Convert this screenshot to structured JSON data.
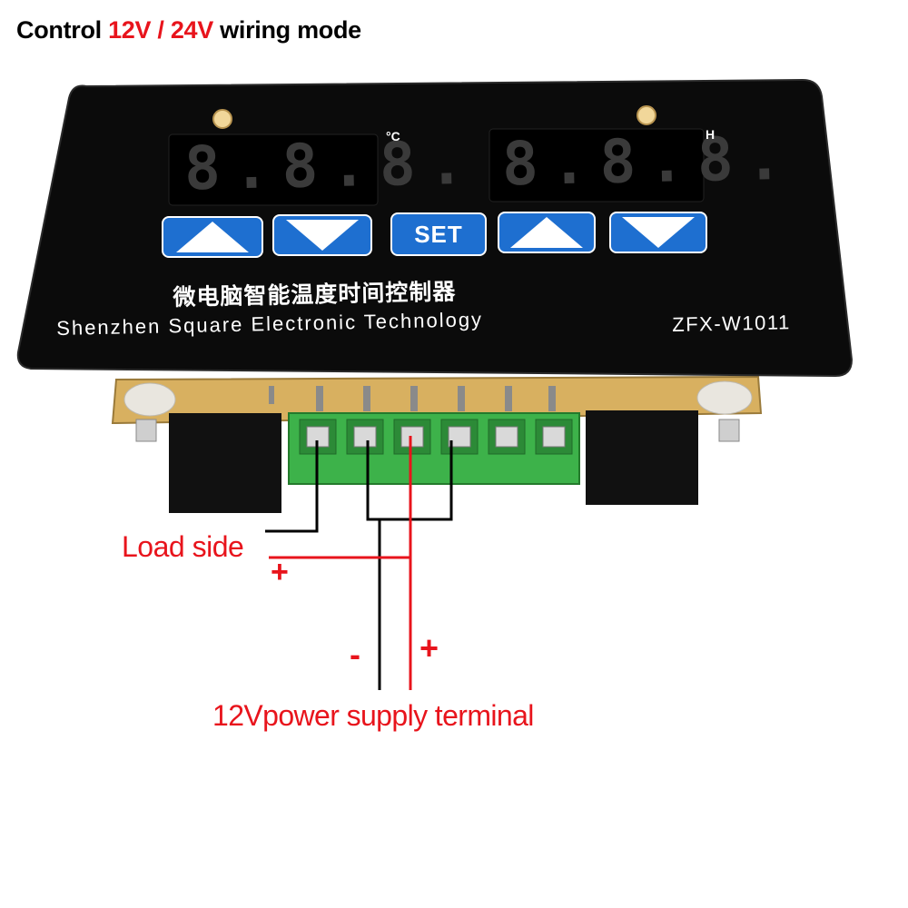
{
  "title": {
    "prefix": "Control ",
    "voltage": "12V / 24V",
    "suffix": " wiring mode"
  },
  "panel": {
    "chinese_text": "微电脑智能温度时间控制器",
    "brand": "Shenzhen Square Electronic Technology",
    "model": "ZFX-W1011",
    "display_left": "8.8.8.",
    "display_right": "8.8.8.",
    "unit_left": "°C",
    "unit_right": "H"
  },
  "buttons": {
    "set_label": "SET"
  },
  "labels": {
    "load_side": "Load side",
    "load_plus": "+",
    "supply_minus": "-",
    "supply_plus": "+",
    "supply_terminal": "12Vpower supply terminal"
  },
  "colors": {
    "wire_red": "#e8141c",
    "wire_black": "#000000",
    "button_blue": "#1e6fd0",
    "terminal_green": "#3db24a",
    "panel": "#0b0b0b"
  }
}
